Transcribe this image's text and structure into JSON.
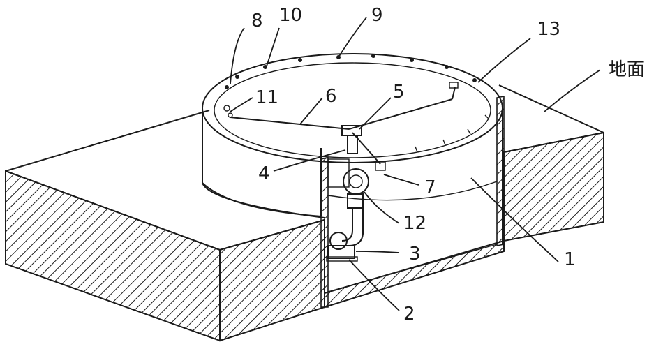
{
  "diagram": {
    "labels": {
      "l1": "1",
      "l2": "2",
      "l3": "3",
      "l4": "4",
      "l5": "5",
      "l6": "6",
      "l7": "7",
      "l8": "8",
      "l9": "9",
      "l10": "10",
      "l11": "11",
      "l12": "12",
      "l13": "13",
      "ground": "地面"
    }
  }
}
